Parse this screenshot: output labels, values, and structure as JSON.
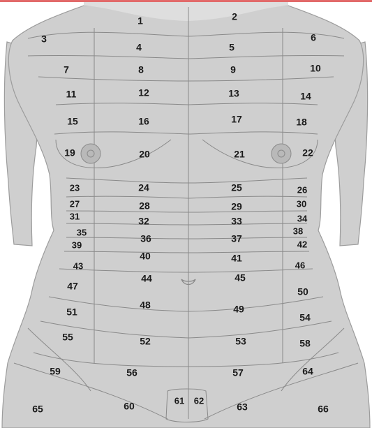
{
  "colors": {
    "skin": "#cfcfcf",
    "skin_shadow": "#b9b9b9",
    "skin_light": "#dedede",
    "zone_line": "#8a8a8a",
    "edge_line": "#9c9c9c",
    "label": "#1a1a1a",
    "top_bar": "#e26a6a"
  },
  "zones": [
    {
      "id": "z1",
      "label": "1"
    },
    {
      "id": "z2",
      "label": "2"
    },
    {
      "id": "z3",
      "label": "3"
    },
    {
      "id": "z4",
      "label": "4"
    },
    {
      "id": "z5",
      "label": "5"
    },
    {
      "id": "z6",
      "label": "6"
    },
    {
      "id": "z7",
      "label": "7"
    },
    {
      "id": "z8",
      "label": "8"
    },
    {
      "id": "z9",
      "label": "9"
    },
    {
      "id": "z10",
      "label": "10"
    },
    {
      "id": "z11",
      "label": "11"
    },
    {
      "id": "z12",
      "label": "12"
    },
    {
      "id": "z13",
      "label": "13"
    },
    {
      "id": "z14",
      "label": "14"
    },
    {
      "id": "z15",
      "label": "15"
    },
    {
      "id": "z16",
      "label": "16"
    },
    {
      "id": "z17",
      "label": "17"
    },
    {
      "id": "z18",
      "label": "18"
    },
    {
      "id": "z19",
      "label": "19"
    },
    {
      "id": "z20",
      "label": "20"
    },
    {
      "id": "z21",
      "label": "21"
    },
    {
      "id": "z22",
      "label": "22"
    },
    {
      "id": "z23",
      "label": "23"
    },
    {
      "id": "z24",
      "label": "24"
    },
    {
      "id": "z25",
      "label": "25"
    },
    {
      "id": "z26",
      "label": "26"
    },
    {
      "id": "z27",
      "label": "27"
    },
    {
      "id": "z28",
      "label": "28"
    },
    {
      "id": "z29",
      "label": "29"
    },
    {
      "id": "z30",
      "label": "30"
    },
    {
      "id": "z31",
      "label": "31"
    },
    {
      "id": "z32",
      "label": "32"
    },
    {
      "id": "z33",
      "label": "33"
    },
    {
      "id": "z34",
      "label": "34"
    },
    {
      "id": "z35",
      "label": "35"
    },
    {
      "id": "z36",
      "label": "36"
    },
    {
      "id": "z37",
      "label": "37"
    },
    {
      "id": "z38",
      "label": "38"
    },
    {
      "id": "z39",
      "label": "39"
    },
    {
      "id": "z40",
      "label": "40"
    },
    {
      "id": "z41",
      "label": "41"
    },
    {
      "id": "z42",
      "label": "42"
    },
    {
      "id": "z43",
      "label": "43"
    },
    {
      "id": "z44",
      "label": "44"
    },
    {
      "id": "z45",
      "label": "45"
    },
    {
      "id": "z46",
      "label": "46"
    },
    {
      "id": "z47",
      "label": "47"
    },
    {
      "id": "z48",
      "label": "48"
    },
    {
      "id": "z49",
      "label": "49"
    },
    {
      "id": "z50",
      "label": "50"
    },
    {
      "id": "z51",
      "label": "51"
    },
    {
      "id": "z52",
      "label": "52"
    },
    {
      "id": "z53",
      "label": "53"
    },
    {
      "id": "z54",
      "label": "54"
    },
    {
      "id": "z55",
      "label": "55"
    },
    {
      "id": "z56",
      "label": "56"
    },
    {
      "id": "z57",
      "label": "57"
    },
    {
      "id": "z58",
      "label": "58"
    },
    {
      "id": "z59",
      "label": "59"
    },
    {
      "id": "z60",
      "label": "60"
    },
    {
      "id": "z61",
      "label": "61"
    },
    {
      "id": "z62",
      "label": "62"
    },
    {
      "id": "z63",
      "label": "63"
    },
    {
      "id": "z64",
      "label": "64"
    },
    {
      "id": "z65",
      "label": "65"
    },
    {
      "id": "z66",
      "label": "66"
    }
  ]
}
